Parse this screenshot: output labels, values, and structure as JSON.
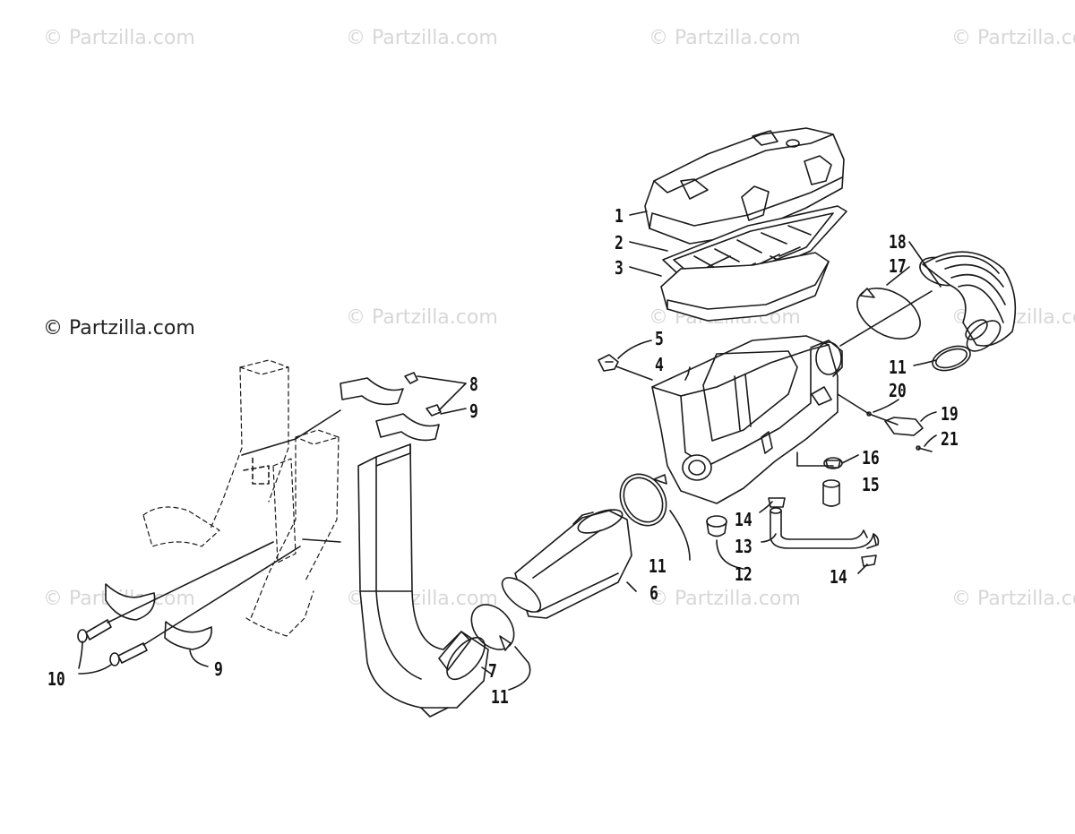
{
  "watermark": {
    "text": "© Partzilla.com",
    "color": "#d7d7d7",
    "main_text": "© Partzilla.com"
  },
  "callouts": [
    {
      "id": "c1",
      "label": "1"
    },
    {
      "id": "c2",
      "label": "2"
    },
    {
      "id": "c3",
      "label": "3"
    },
    {
      "id": "c4",
      "label": "4"
    },
    {
      "id": "c5",
      "label": "5"
    },
    {
      "id": "c6",
      "label": "6"
    },
    {
      "id": "c7",
      "label": "7"
    },
    {
      "id": "c8",
      "label": "8"
    },
    {
      "id": "c9a",
      "label": "9"
    },
    {
      "id": "c9b",
      "label": "9"
    },
    {
      "id": "c10",
      "label": "10"
    },
    {
      "id": "c11a",
      "label": "11"
    },
    {
      "id": "c11b",
      "label": "11"
    },
    {
      "id": "c11c",
      "label": "11"
    },
    {
      "id": "c12",
      "label": "12"
    },
    {
      "id": "c13",
      "label": "13"
    },
    {
      "id": "c14a",
      "label": "14"
    },
    {
      "id": "c14b",
      "label": "14"
    },
    {
      "id": "c15",
      "label": "15"
    },
    {
      "id": "c16",
      "label": "16"
    },
    {
      "id": "c17",
      "label": "17"
    },
    {
      "id": "c18",
      "label": "18"
    },
    {
      "id": "c19",
      "label": "19"
    },
    {
      "id": "c20",
      "label": "20"
    },
    {
      "id": "c21",
      "label": "21"
    }
  ]
}
